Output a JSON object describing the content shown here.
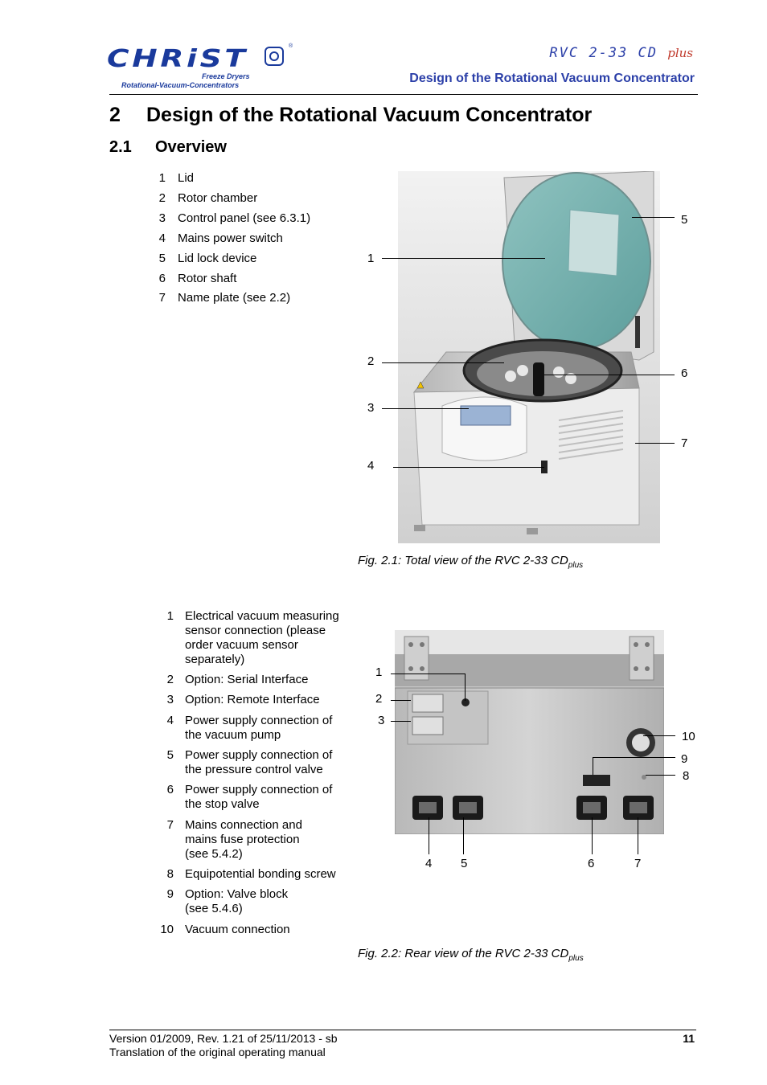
{
  "header": {
    "logo_brand": "CHRiST",
    "logo_registered": "®",
    "logo_line1": "Freeze Dryers",
    "logo_line2": "Rotational-Vacuum-Concentrators",
    "product_name": "RVC 2-33 CD",
    "product_suffix": "plus",
    "section_title": "Design of the Rotational Vacuum Concentrator"
  },
  "chapter": {
    "number": "2",
    "title": "Design of the Rotational Vacuum Concentrator"
  },
  "section": {
    "number": "2.1",
    "title": "Overview"
  },
  "legend1": [
    {
      "n": "1",
      "text": "Lid"
    },
    {
      "n": "2",
      "text": "Rotor chamber"
    },
    {
      "n": "3",
      "text": "Control panel (see 6.3.1)"
    },
    {
      "n": "4",
      "text": "Mains power switch"
    },
    {
      "n": "5",
      "text": "Lid lock device"
    },
    {
      "n": "6",
      "text": "Rotor shaft"
    },
    {
      "n": "7",
      "text": "Name plate  (see 2.2)"
    }
  ],
  "figure1": {
    "callouts": [
      "1",
      "2",
      "3",
      "4",
      "5",
      "6",
      "7"
    ],
    "caption": "Fig. 2.1: Total view of the RVC 2-33 CD",
    "caption_sub": "plus"
  },
  "legend2": [
    {
      "n": "1",
      "text": "Electrical vacuum measuring\nsensor connection (please\norder vacuum sensor\nseparately)"
    },
    {
      "n": "2",
      "text": "Option: Serial Interface"
    },
    {
      "n": "3",
      "text": "Option: Remote Interface"
    },
    {
      "n": "4",
      "text": "Power supply connection of\nthe vacuum pump"
    },
    {
      "n": "5",
      "text": "Power supply connection of\nthe pressure control valve"
    },
    {
      "n": "6",
      "text": "Power supply connection of\nthe stop valve"
    },
    {
      "n": "7",
      "text": "Mains connection and\nmains fuse protection\n(see 5.4.2)"
    },
    {
      "n": "8",
      "text": "Equipotential bonding screw"
    },
    {
      "n": "9",
      "text": "Option: Valve block\n(see 5.4.6)"
    },
    {
      "n": "10",
      "text": "Vacuum connection"
    }
  ],
  "figure2": {
    "callouts": [
      "1",
      "2",
      "3",
      "4",
      "5",
      "6",
      "7",
      "8",
      "9",
      "10"
    ],
    "caption": "Fig. 2.2: Rear view of the RVC 2-33 CD",
    "caption_sub": "plus"
  },
  "footer": {
    "version": "Version 01/2009, Rev. 1.21 of 25/11/2013 - sb",
    "translation": "Translation of the original operating manual",
    "page": "11"
  },
  "colors": {
    "brand": "#1a3a9c",
    "header_text": "#2b3fa8",
    "plus_accent": "#c0392b"
  }
}
